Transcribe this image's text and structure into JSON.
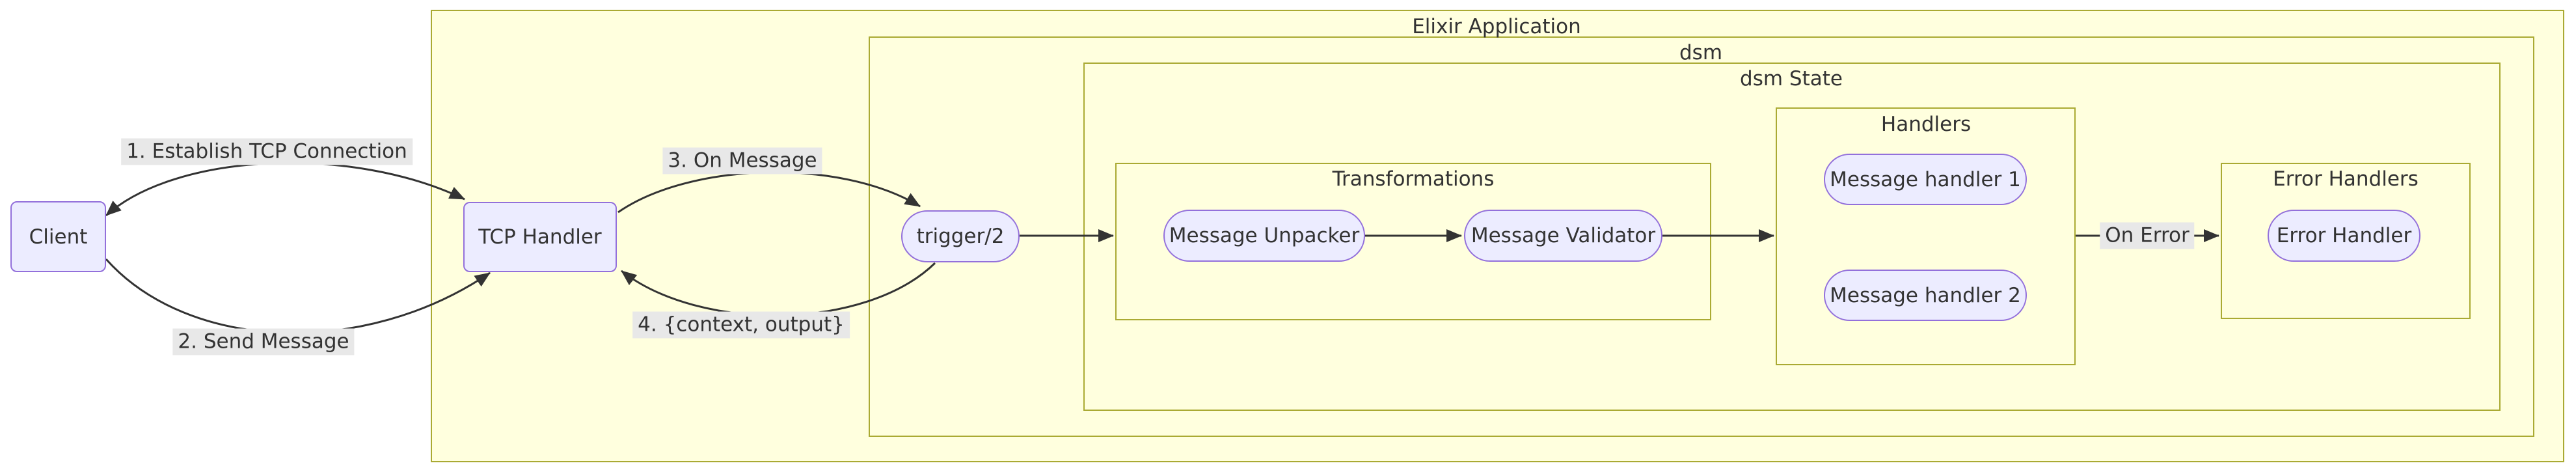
{
  "diagram_type": "flowchart",
  "containers": {
    "elixir_application": "Elixir Application",
    "dsm": "dsm",
    "dsm_state": "dsm State",
    "transformations": "Transformations",
    "handlers": "Handlers",
    "error_handlers": "Error Handlers"
  },
  "nodes": {
    "client": "Client",
    "tcp_handler": "TCP Handler",
    "trigger": "trigger/2",
    "message_unpacker": "Message Unpacker",
    "message_validator": "Message Validator",
    "message_handler_1": "Message handler 1",
    "message_handler_2": "Message handler 2",
    "error_handler": "Error Handler"
  },
  "edge_labels": {
    "establish": "1. Establish TCP Connection",
    "send": "2. Send Message",
    "on_message": "3. On Message",
    "context_output": "4. {context, output}",
    "on_error": "On Error"
  },
  "edges": [
    {
      "from": "Client",
      "to": "TCP Handler",
      "label": "1. Establish TCP Connection",
      "style": "bidirectional-curve"
    },
    {
      "from": "Client",
      "to": "TCP Handler",
      "label": "2. Send Message",
      "style": "curve"
    },
    {
      "from": "TCP Handler",
      "to": "trigger/2",
      "label": "3. On Message",
      "style": "curve"
    },
    {
      "from": "trigger/2",
      "to": "TCP Handler",
      "label": "4. {context, output}",
      "style": "curve"
    },
    {
      "from": "trigger/2",
      "to": "Transformations",
      "label": "",
      "style": "straight"
    },
    {
      "from": "Message Unpacker",
      "to": "Message Validator",
      "label": "",
      "style": "straight"
    },
    {
      "from": "Message Validator",
      "to": "Handlers",
      "label": "",
      "style": "straight"
    },
    {
      "from": "Handlers",
      "to": "Error Handlers",
      "label": "On Error",
      "style": "straight"
    }
  ],
  "colors": {
    "node_fill": "#ECECFF",
    "node_border": "#9370DB",
    "cluster_fill": "#ffffde",
    "cluster_border": "#aaaa33",
    "edge_stroke": "#333333",
    "edge_label_bg": "#e8e8e8",
    "text": "#333333",
    "page_bg": "#ffffff"
  }
}
